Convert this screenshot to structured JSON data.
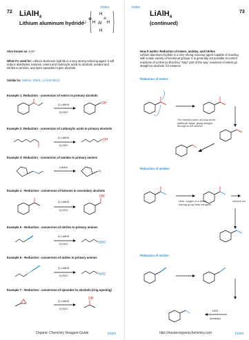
{
  "left": {
    "page_number": "72",
    "index_link": "Index",
    "title": "LiAlH",
    "title_sub": "4",
    "subtitle": "Lithium aluminum hydride",
    "structure": {
      "li": "Li",
      "al": "Al",
      "h": "H",
      "charge_plus": "⊕",
      "charge_minus": "⊖"
    },
    "also_known_as_label": "Also known as:",
    "also_known_as_value": "LAH",
    "what_used_label": "What it's used for:",
    "what_used_text": "Lithium aluminum hydride is a very strong reducing agent. It will reduce aldehydes, ketones, esters and carboxylic acids to alcohols, amides and nitriles to amines, and open epoxides to give alcohols.",
    "similar_label": "Similar to:",
    "similar_value": "NaBH4, DIBAL, LiAlH(OtBu)3",
    "examples": [
      {
        "heading": "Example 1: Reduction - conversion of esters to primary alcohols",
        "reagent1": "1) LiAlH4",
        "reagent2": "2) H2O",
        "product_label": "OH"
      },
      {
        "heading": "Example 2: Reduction - conversion of carboxylic acids to primary alcohols",
        "reagent1": "1) LiAlH4",
        "reagent2": "2) H2O",
        "product_label": "OH"
      },
      {
        "heading": "Example 3: Reduction - conversion of amides to primary amines",
        "reagent1": "LiAlH4",
        "reagent2": "",
        "product_label": "N"
      },
      {
        "heading": "Example 4 - Reduction - conversion of ketones to secondary alcohols",
        "reagent1": "1) LiAlH4",
        "reagent2": "2) H2O",
        "product_label": "OH"
      },
      {
        "heading": "Example 5 - Reduction - conversion of nitriles to primary amines",
        "reagent1": "1) LiAlH4",
        "reagent2": "2) H2O",
        "product_label": "NH2"
      },
      {
        "heading": "Example 6 - Reduction - conversion of azides to primary amines",
        "reagent1": "1) LiAlH4",
        "reagent2": "2) H2O",
        "product_label": "NH2"
      },
      {
        "heading": "Example 7 - Reduction - conversion of epoxides to alcohols (ring opening)",
        "reagent1": "1) LiAlH4",
        "reagent2": "2) H2O",
        "product_label": "OH"
      }
    ],
    "footer": "Organic Chemistry Reagent Guide",
    "footer_index": "Index"
  },
  "right": {
    "page_number": "73",
    "index_link": "Index",
    "title": "LiAlH",
    "title_sub": "4",
    "subtitle": "(continued)",
    "how_label": "How it works: Reduction of esters, amides, and nitriles",
    "how_text": "Lithium aluminum hydride is a very strong reducing agent capable of reacting with a wide variety of functional groups. It is generally not possible to control reactions of LiAlH4 so that they \"stop\" part of the way; reactions of esters go straight to alcohols, for instance.",
    "sec_esters": "Reduction of esters:",
    "note_esters": "The reaction does not stop at the aldehyde stage, going straight through to the alcohol",
    "sec_amides": "Reduction of amides:",
    "note_amides": "Here, oxygen is a better leaving group than nitrogen!",
    "iminium_label": "iminium ion",
    "sec_nitriles": "Reduction of nitriles:",
    "workup_top": "H2O",
    "workup_bottom": "(workup)",
    "footer": "http://masterorganicchemistry.com",
    "footer_index": "Index"
  }
}
